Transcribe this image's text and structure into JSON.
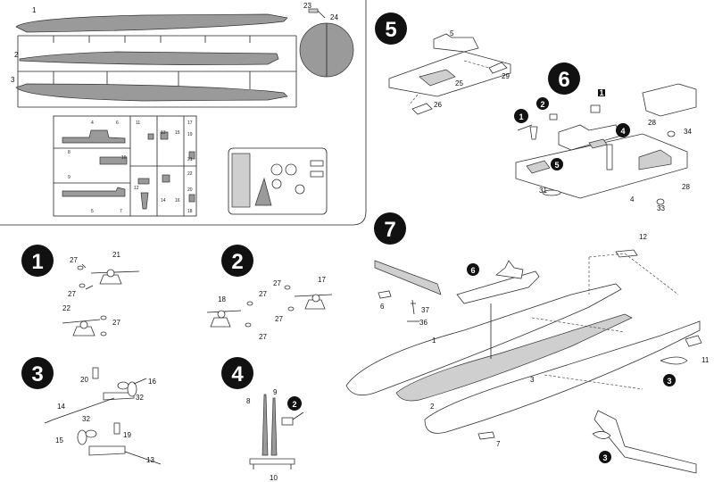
{
  "steps": [
    "1",
    "2",
    "3",
    "4",
    "5",
    "6",
    "7"
  ],
  "sprue_labels": [
    "1",
    "2",
    "3",
    "23",
    "24"
  ],
  "grid_labels": [
    "4",
    "6",
    "11",
    "13",
    "15",
    "17",
    "19",
    "21",
    "22",
    "20",
    "18",
    "16",
    "14",
    "12",
    "10",
    "8",
    "9",
    "5",
    "7"
  ],
  "step1_labels": [
    "27",
    "21",
    "27",
    "22",
    "27"
  ],
  "step2_labels": [
    "27",
    "17",
    "18",
    "27",
    "27",
    "27"
  ],
  "step3_labels": [
    "20",
    "16",
    "32",
    "14",
    "32",
    "15",
    "19",
    "13"
  ],
  "step4_labels": [
    "8",
    "9",
    "2",
    "10"
  ],
  "step5_labels": [
    "5",
    "25",
    "29",
    "26"
  ],
  "step6_labels": [
    "1",
    "2",
    "1",
    "4",
    "5",
    "28",
    "34",
    "31",
    "33",
    "4",
    "28"
  ],
  "step7_labels": [
    "12",
    "6",
    "6",
    "37",
    "36",
    "1",
    "3",
    "2",
    "7",
    "3",
    "11",
    "3"
  ],
  "colors": {
    "ink": "#111111",
    "part_gray": "#9a9a9a",
    "step_badge": "#111111"
  }
}
